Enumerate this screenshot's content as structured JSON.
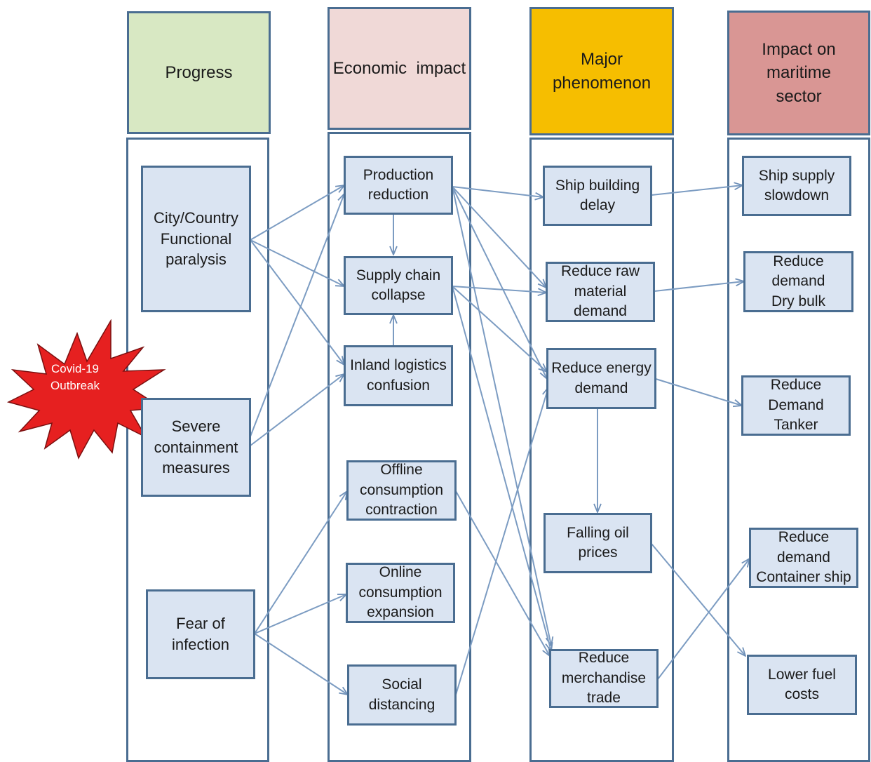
{
  "columns": {
    "progress": {
      "title": "Progress",
      "color": "#d8e8c3"
    },
    "economic": {
      "title": "Economic  impact",
      "color": "#f0d9d7"
    },
    "phenomenon": {
      "title": "Major\nphenomenon",
      "color": "#f6be00"
    },
    "maritime": {
      "title": "Impact on\nmaritime\nsector",
      "color": "#d99694"
    }
  },
  "outbreak": {
    "label": "Covid-19\nOutbreak",
    "color": "#e62020"
  },
  "nodes": {
    "city_paralysis": "City/Country\nFunctional\nparalysis",
    "containment": "Severe\ncontainment\nmeasures",
    "fear": "Fear of\ninfection",
    "production": "Production\nreduction",
    "supply_chain": "Supply chain\ncollapse",
    "inland": "Inland logistics\nconfusion",
    "offline": "Offline\nconsumption\ncontraction",
    "online": "Online\nconsumption\nexpansion",
    "social": "Social\ndistancing",
    "ship_building": "Ship building\ndelay",
    "raw_material": "Reduce raw\nmaterial\ndemand",
    "energy": "Reduce energy\ndemand",
    "oil_prices": "Falling oil\nprices",
    "merchandise": "Reduce\nmerchandise\ntrade",
    "ship_supply": "Ship supply\nslowdown",
    "dry_bulk": "Reduce\ndemand\nDry bulk",
    "tanker": "Reduce\nDemand\nTanker",
    "container": "Reduce\ndemand\nContainer ship",
    "fuel_costs": "Lower fuel\ncosts"
  }
}
